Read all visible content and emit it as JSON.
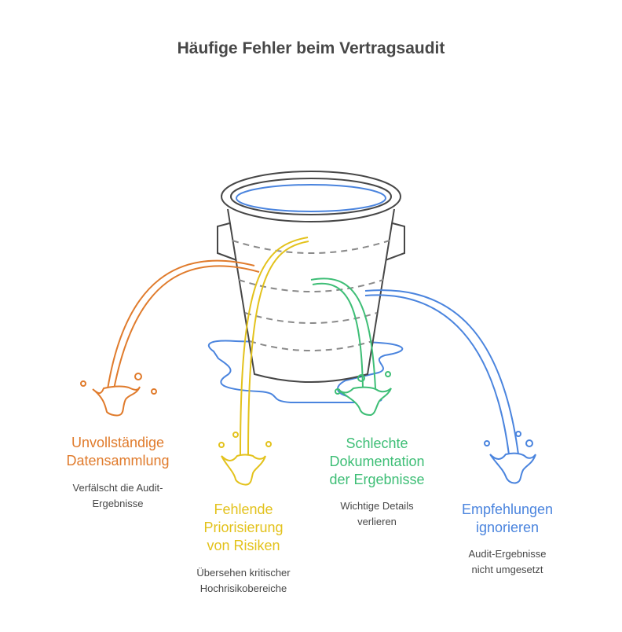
{
  "title": "Häufige Fehler beim Vertragsaudit",
  "items": [
    {
      "label": "Unvollständige\nDatensammlung",
      "description": "Verfälscht die Audit-\nErgebnisse",
      "color": "#E07B2C"
    },
    {
      "label": "Fehlende\nPriorisierung\nvon Risiken",
      "description": "Übersehen kritischer\nHochrisikobereiche",
      "color": "#E3C21C"
    },
    {
      "label": "Schlechte\nDokumentation\nder Ergebnisse",
      "description": "Wichtige Details\nverlieren",
      "color": "#3EBE76"
    },
    {
      "label": "Empfehlungen\nignorieren",
      "description": "Audit-Ergebnisse\nnicht umgesetzt",
      "color": "#4A84DE"
    }
  ],
  "colors": {
    "bucket_outline": "#474747",
    "water": "#4A84DE",
    "dashes": "#8A8A8A"
  }
}
